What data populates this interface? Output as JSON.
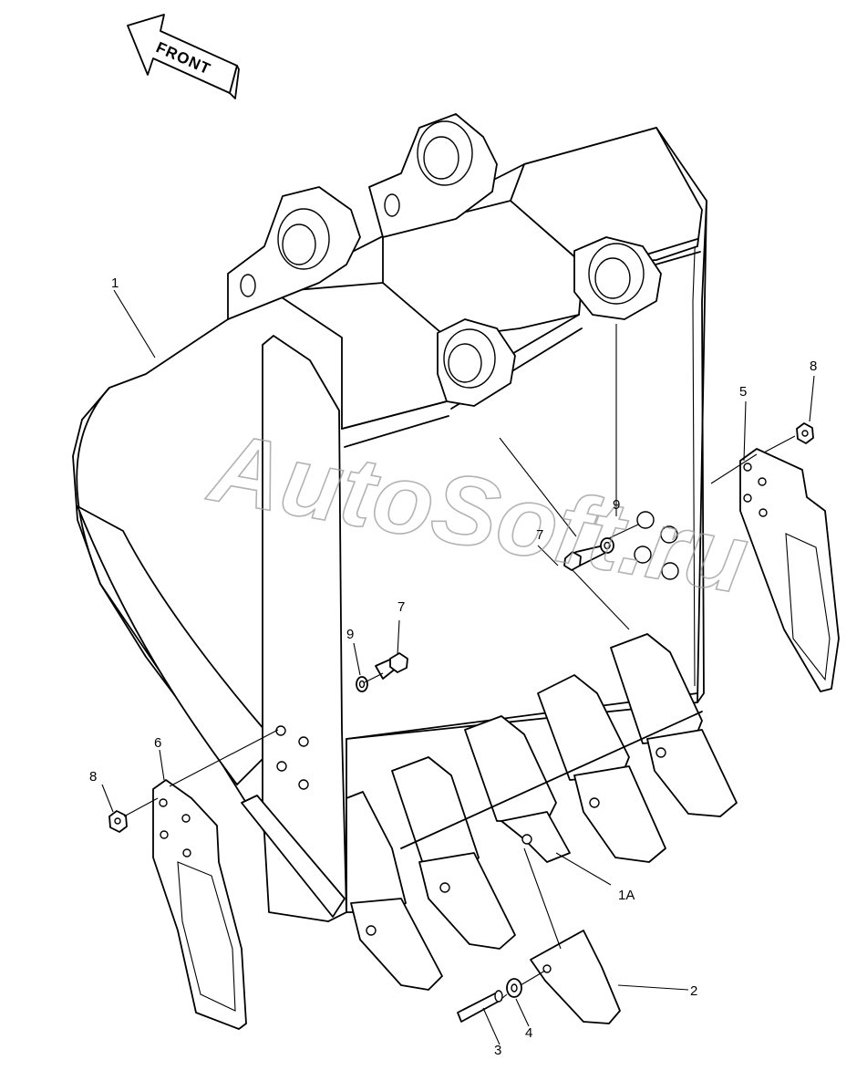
{
  "front_label": "FRONT",
  "watermark": "AutoSoft.ru",
  "callouts": {
    "c1": "1",
    "c1a": "1A",
    "c2": "2",
    "c3": "3",
    "c4": "4",
    "c5": "5",
    "c6": "6",
    "c7a": "7",
    "c7b": "7",
    "c8a": "8",
    "c8b": "8",
    "c9a": "9",
    "c9b": "9"
  }
}
